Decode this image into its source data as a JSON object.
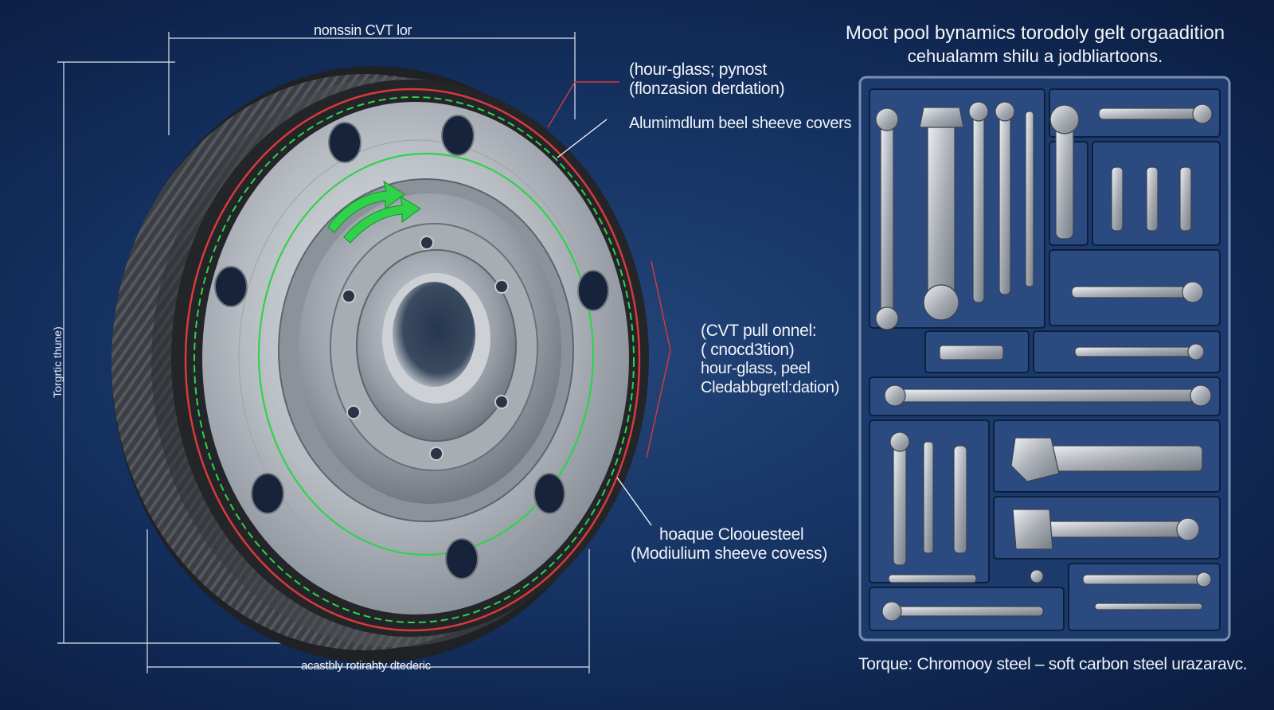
{
  "colors": {
    "background": "#15305e",
    "accent_green": "#2fd24a",
    "accent_red": "#d83a3a",
    "tray": "#1d3f72",
    "metal": "#b9bec5"
  },
  "dimensions": {
    "top": "nonssin CVT lor",
    "left": "Torgrtic thune)",
    "bottom": "acastbly rotirahty dtederic"
  },
  "callouts": {
    "c1_line1": "(hour-glass; pynost",
    "c1_line2": "(flonzasion derdation)",
    "c2": "Alumimdlum beel sheeve covers",
    "c3_line1": "(CVT pull onnel:",
    "c3_line2": "( cnocd3tion)",
    "c3_line3": "hour-glass, peel",
    "c3_line4": "Cledabbgretl:dation)",
    "c4_line1": "hoaque Cloouesteel",
    "c4_line2": "(Modiulium sheeve covess)"
  },
  "header": {
    "line1": "Moot pool bynamics  torodoly gelt orgaadition",
    "line2": "cehualamm shilu a jodbliartoons."
  },
  "footer": "Torque: Chromooy steel – soft carbon steel urazaravc.",
  "icons": [
    "pulley-icon",
    "wrench-icon",
    "rotation-arrow-icon"
  ]
}
